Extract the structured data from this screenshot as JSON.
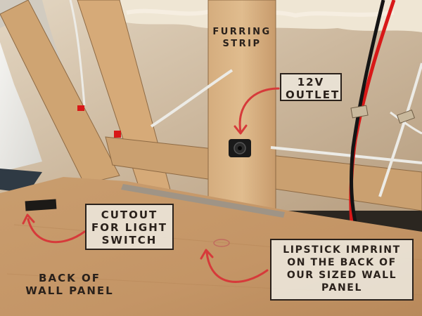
{
  "labels": {
    "furring_strip": "FURRING\nSTRIP",
    "outlet_12v": "12V\nOUTLET",
    "cutout": "CUTOUT\nFOR LIGHT\nSWITCH",
    "back_of_panel": "BACK OF\nWALL PANEL",
    "lipstick": "LIPSTICK IMPRINT\nON THE BACK OF\nOUR SIZED WALL\nPANEL"
  },
  "colors": {
    "annotation_arrow": "#d63a3a",
    "label_background": "#eae2d6",
    "label_text": "#2a211b",
    "plywood": "#c89c6c",
    "insulation": "#d9c8b0",
    "wire_red": "#d81818",
    "wire_black": "#141414",
    "wire_white": "#ecebe6"
  }
}
